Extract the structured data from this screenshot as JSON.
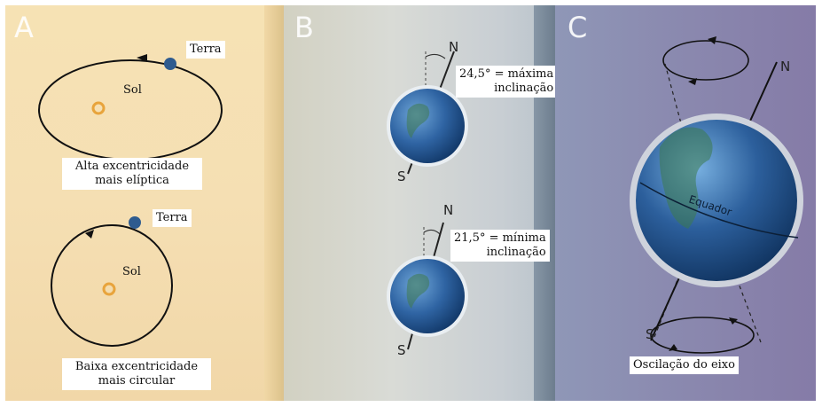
{
  "panel_a": {
    "letter": "A",
    "top": {
      "planet_label": "Terra",
      "sun_label": "Sol",
      "caption_line1": "Alta excentricidade",
      "caption_line2": "mais elíptica"
    },
    "bottom": {
      "planet_label": "Terra",
      "sun_label": "Sol",
      "caption_line1": "Baixa excentricidade",
      "caption_line2": "mais circular"
    }
  },
  "panel_b": {
    "letter": "B",
    "max": {
      "north": "N",
      "south": "S",
      "line1": "24,5° = máxima",
      "line2": "inclinação"
    },
    "min": {
      "north": "N",
      "south": "S",
      "line1": "21,5° = mínima",
      "line2": "inclinação"
    }
  },
  "panel_c": {
    "letter": "C",
    "north": "N",
    "south": "S",
    "equator_label": "Equador",
    "caption": "Oscilação do eixo"
  },
  "colors": {
    "sun": "#e8a43c",
    "earth": "#2e5b8f",
    "orbit": "#111111"
  }
}
